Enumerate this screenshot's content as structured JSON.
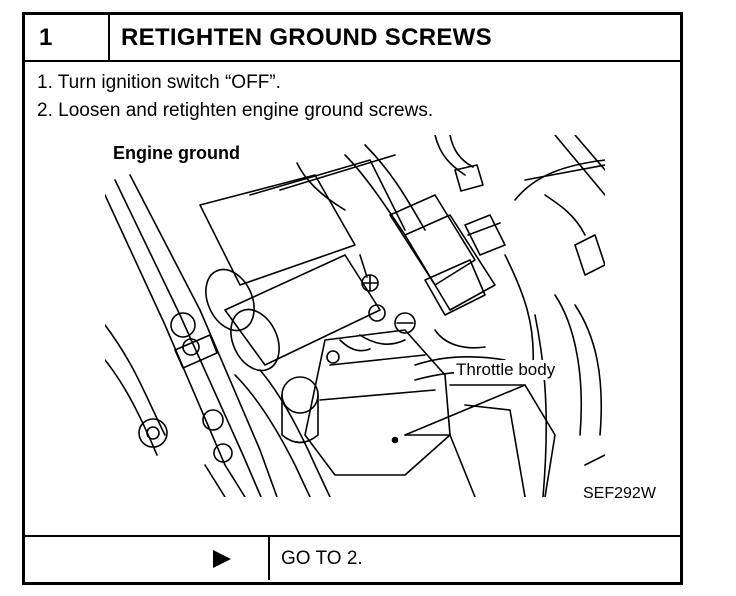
{
  "step": {
    "number": "1",
    "title": "RETIGHTEN GROUND SCREWS",
    "instructions": [
      "1. Turn ignition switch “OFF”.",
      "2. Loosen and retighten engine ground screws."
    ]
  },
  "figure": {
    "labels": {
      "engine_ground": "Engine ground",
      "throttle_body": "Throttle body"
    },
    "code": "SEF292W"
  },
  "footer": {
    "arrow_icon": "right-triangle-arrow-icon",
    "action": "GO TO 2."
  }
}
